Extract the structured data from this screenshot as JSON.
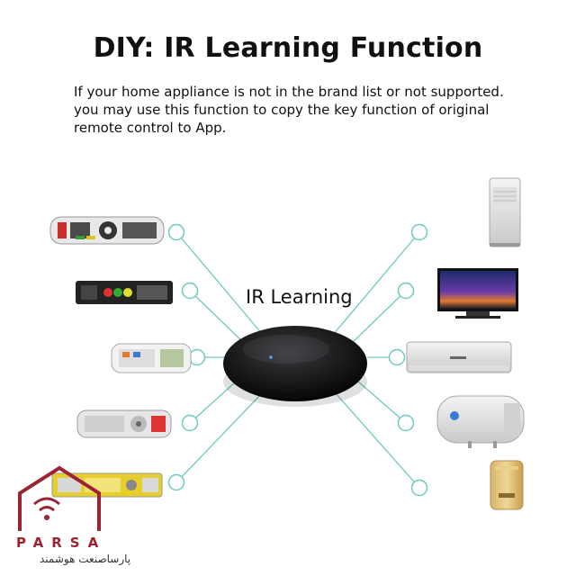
{
  "title": "DIY: IR Learning Function",
  "description": [
    "If your home appliance is not in the brand list or not supported.",
    "you may use this function to copy the key function of original",
    "remote control to App."
  ],
  "hub_label": "IR Learning",
  "logo": {
    "name": "PARSA",
    "subtitle": "پارساصنعت هوشمند"
  },
  "colors": {
    "line": "#6fc9c1",
    "node_stroke": "#6fc9c1",
    "hub": "#1b1b1d",
    "brand": "#9b2332"
  },
  "left_items": [
    "remote-control-1",
    "remote-control-2",
    "remote-control-3",
    "remote-control-4",
    "remote-control-5"
  ],
  "right_items": [
    "air-cooler",
    "television",
    "air-conditioner",
    "water-heater",
    "air-purifier"
  ]
}
